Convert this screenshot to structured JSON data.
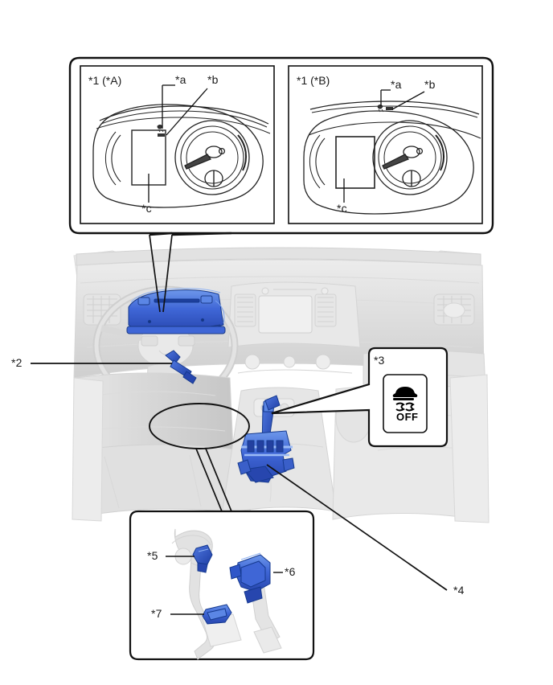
{
  "diagram": {
    "title": "Vehicle Interior Component Location Diagram",
    "type": "automotive-service-illustration",
    "background": "#ffffff",
    "colors": {
      "highlight_blue": "#2f56c8",
      "highlight_blue_light": "#5b86e5",
      "outline": "#1a1a1a",
      "ghost_gray": "#d8d8d8",
      "ghost_gray_dark": "#b9b9b9"
    }
  },
  "callout_top": {
    "name": "instrument-cluster-detail-frame",
    "left_panel": {
      "title": "*1 (*A)",
      "labels": {
        "a": "*a",
        "b": "*b",
        "c": "*c"
      }
    },
    "right_panel": {
      "title": "*1 (*B)",
      "labels": {
        "a": "*a",
        "b": "*b",
        "c": "*c"
      }
    }
  },
  "callout_vsc": {
    "name": "vsc-off-switch-detail",
    "title": "*3",
    "switch_label": "OFF",
    "icon": "vsc-off-icon"
  },
  "callout_pedals": {
    "name": "pedal-assembly-detail",
    "labels": {
      "five": "*5",
      "six": "*6",
      "seven": "*7"
    }
  },
  "main_labels": {
    "two": "*2",
    "four": "*4"
  },
  "components": [
    {
      "ref": "*1",
      "name": "combination-meter-assembly"
    },
    {
      "ref": "*2",
      "name": "turn-signal-wiper-switch-assembly"
    },
    {
      "ref": "*3",
      "name": "vsc-off-switch"
    },
    {
      "ref": "*4",
      "name": "transmission-shift-lever-assembly"
    },
    {
      "ref": "*5",
      "name": "stop-lamp-switch-assembly"
    },
    {
      "ref": "*6",
      "name": "accelerator-pedal-sensor-assembly"
    },
    {
      "ref": "*7",
      "name": "brake-pedal-stroke-sensor"
    },
    {
      "ref": "*a",
      "name": "slip-indicator-lamp"
    },
    {
      "ref": "*b",
      "name": "vsc-off-indicator-lamp"
    },
    {
      "ref": "*c",
      "name": "multi-information-display"
    }
  ]
}
